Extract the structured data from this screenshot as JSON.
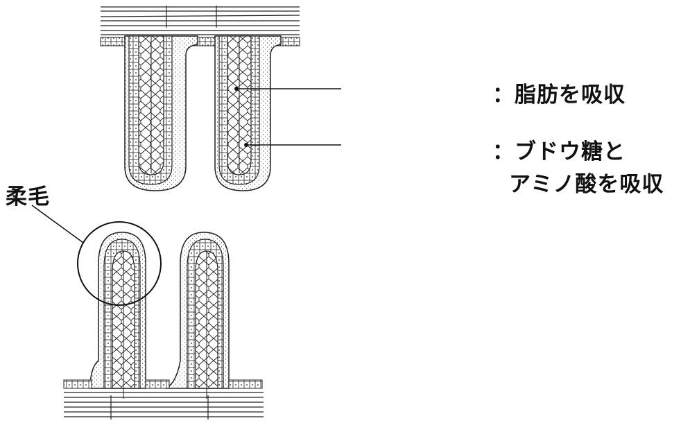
{
  "labels": {
    "fat": "：脂肪を吸収",
    "sugar_line1": "：ブドウ糖と",
    "sugar_line2": "アミノ酸を吸収",
    "villus": "柔毛"
  }
}
